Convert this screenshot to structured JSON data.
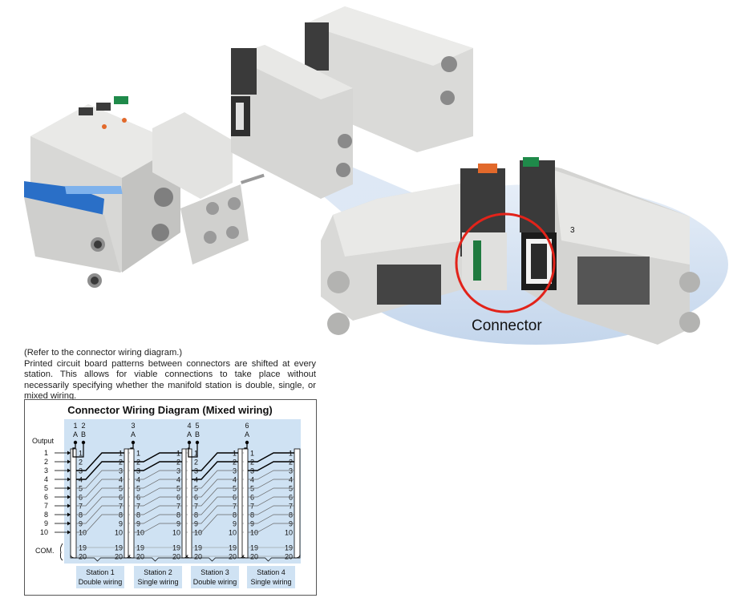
{
  "photo": {
    "callout_label": "Connector",
    "station_label": "3"
  },
  "note": {
    "ref": "(Refer to the connector wiring diagram.)",
    "body": "Printed circuit board patterns between connectors are shifted at every station. This allows for viable connections to take place without necessarily specifying whether the manifold station is double, single, or mixed wiring."
  },
  "wiring_diagram": {
    "title": "Connector Wiring Diagram (Mixed wiring)",
    "output_label": "Output",
    "com_label": "COM.",
    "row_labels": [
      "1",
      "2",
      "3",
      "4",
      "5",
      "6",
      "7",
      "8",
      "9",
      "10"
    ],
    "pin_labels": [
      "1",
      "2",
      "3",
      "4",
      "5",
      "6",
      "7",
      "8",
      "9",
      "10"
    ],
    "com_pins": [
      "19",
      "20"
    ],
    "outputs": [
      {
        "nums": [
          "1",
          "2"
        ],
        "letters": [
          "A",
          "B"
        ]
      },
      {
        "nums": [
          "3"
        ],
        "letters": [
          "A"
        ]
      },
      {
        "nums": [
          "4",
          "5"
        ],
        "letters": [
          "A",
          "B"
        ]
      },
      {
        "nums": [
          "6"
        ],
        "letters": [
          "A"
        ]
      }
    ],
    "stations": [
      {
        "name": "Station 1",
        "wiring": "Double wiring"
      },
      {
        "name": "Station 2",
        "wiring": "Single wiring"
      },
      {
        "name": "Station 3",
        "wiring": "Double wiring"
      },
      {
        "name": "Station 4",
        "wiring": "Single wiring"
      }
    ],
    "colors": {
      "panel": "#cfe2f3",
      "border": "#555555",
      "wire": "#000000"
    }
  }
}
